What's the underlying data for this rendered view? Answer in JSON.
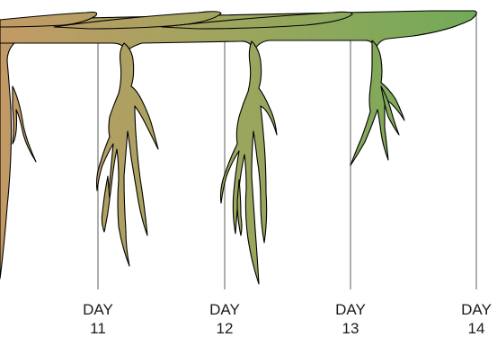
{
  "diagram": {
    "days": [
      {
        "label": "DAY",
        "number": "11"
      },
      {
        "label": "DAY",
        "number": "12"
      },
      {
        "label": "DAY",
        "number": "13"
      },
      {
        "label": "DAY",
        "number": "14"
      }
    ]
  },
  "colors": {
    "gradient_start": "#c39a66",
    "gradient_mid": "#9aa65d",
    "gradient_end": "#6eab57",
    "outline": "#000000",
    "day_line": "#8c8c8c"
  }
}
